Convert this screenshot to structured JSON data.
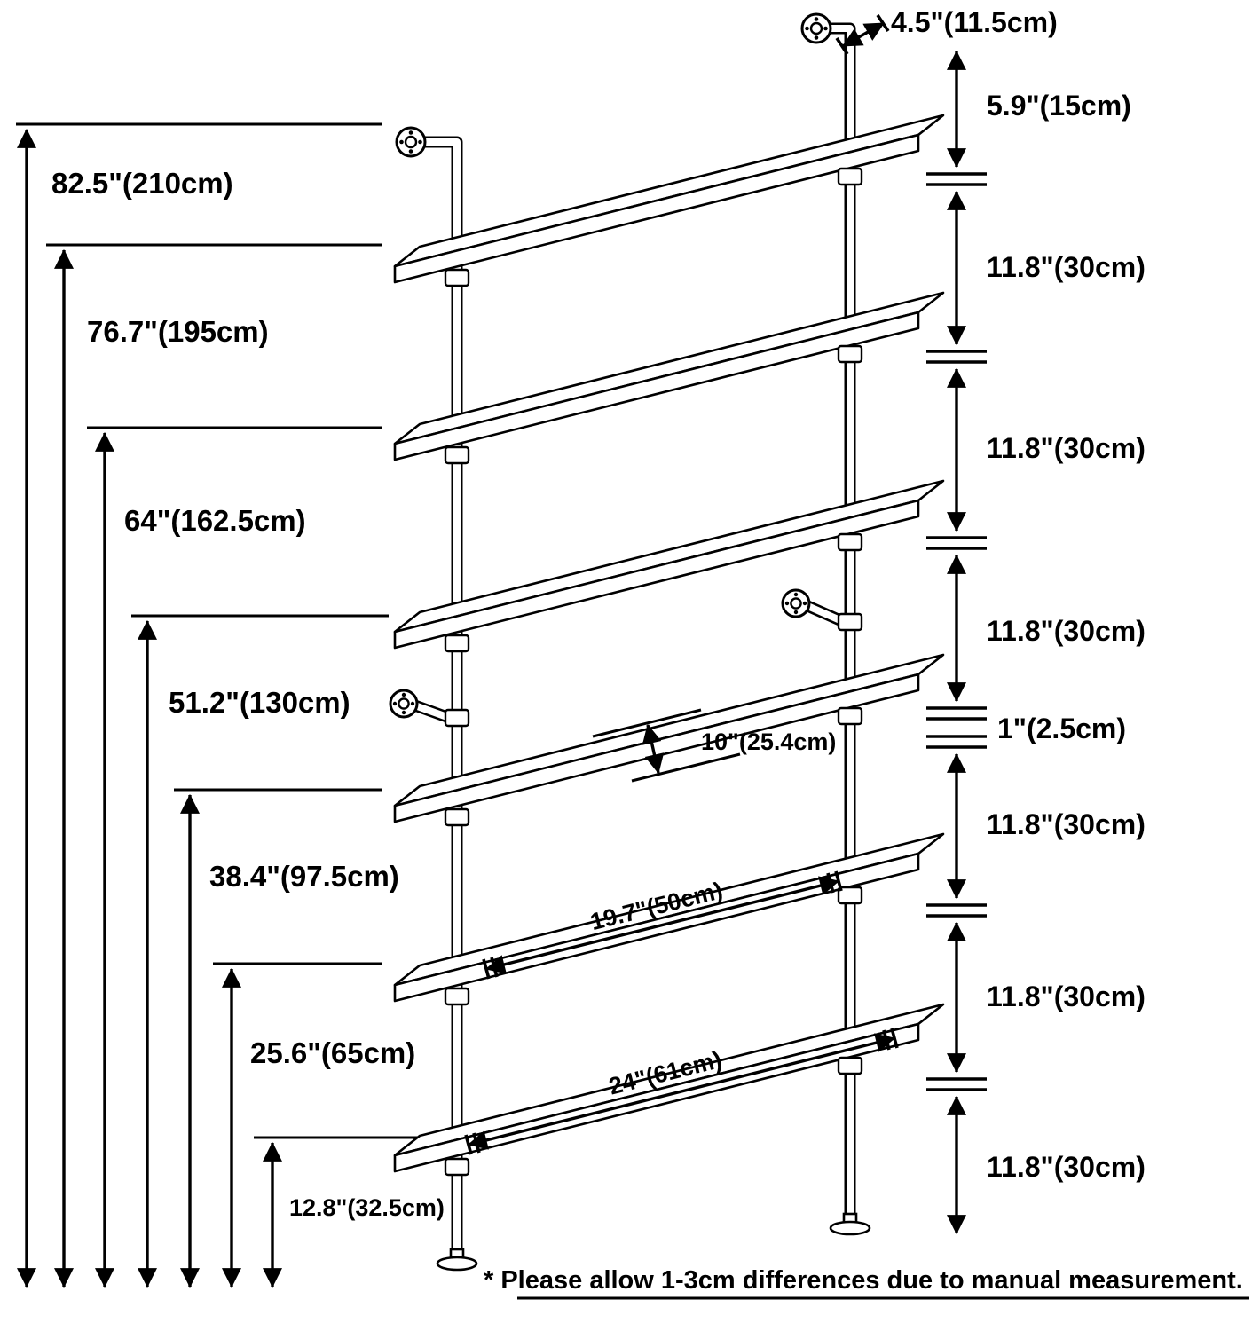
{
  "diagram": {
    "footnote": "* Please allow 1-3cm differences due to manual measurement.",
    "left_heights": [
      {
        "name": "overall-height",
        "label": "82.5\"(210cm)"
      },
      {
        "name": "height-to-shelf-6",
        "label": "76.7\"(195cm)"
      },
      {
        "name": "height-to-shelf-5",
        "label": "64\"(162.5cm)"
      },
      {
        "name": "height-to-shelf-4",
        "label": "51.2\"(130cm)"
      },
      {
        "name": "height-to-shelf-3",
        "label": "38.4\"(97.5cm)"
      },
      {
        "name": "height-to-shelf-2",
        "label": "25.6\"(65cm)"
      },
      {
        "name": "height-to-shelf-1",
        "label": "12.8\"(32.5cm)"
      }
    ],
    "right_spacings": [
      {
        "name": "wall-offset",
        "label": "4.5\"(11.5cm)"
      },
      {
        "name": "top-gap",
        "label": "5.9\"(15cm)"
      },
      {
        "name": "gap-1",
        "label": "11.8\"(30cm)"
      },
      {
        "name": "gap-2",
        "label": "11.8\"(30cm)"
      },
      {
        "name": "gap-3",
        "label": "11.8\"(30cm)"
      },
      {
        "name": "board-thickness",
        "label": "1\"(2.5cm)"
      },
      {
        "name": "gap-4",
        "label": "11.8\"(30cm)"
      },
      {
        "name": "gap-5",
        "label": "11.8\"(30cm)"
      },
      {
        "name": "gap-6",
        "label": "11.8\"(30cm)"
      }
    ],
    "inline_dims": {
      "shelf_depth": "10\"(25.4cm)",
      "pipe_spacing": "19.7\"(50cm)",
      "shelf_length": "24\"(61cm)"
    },
    "colors": {
      "ink": "#000000",
      "background": "#ffffff"
    }
  }
}
